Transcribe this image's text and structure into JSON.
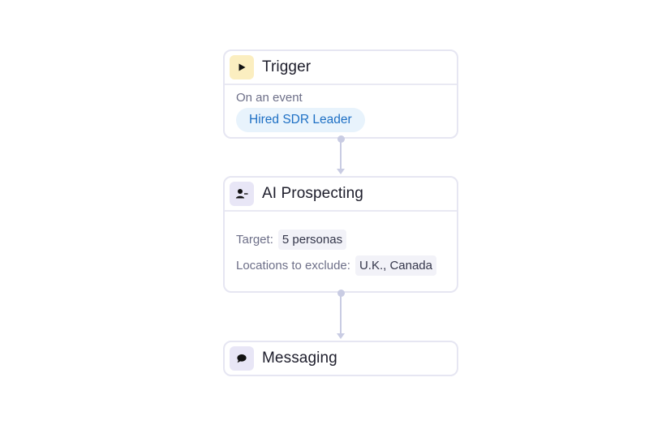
{
  "nodes": {
    "trigger": {
      "title": "Trigger",
      "icon": "play-icon",
      "subtitle": "On an event",
      "event": "Hired SDR Leader"
    },
    "prospecting": {
      "title": "AI Prospecting",
      "icon": "user-add-icon",
      "target_label": "Target:",
      "target_value": "5 personas",
      "locations_label": "Locations to exclude:",
      "locations_value": "U.K., Canada"
    },
    "messaging": {
      "title": "Messaging",
      "icon": "chat-bubble-icon"
    }
  },
  "colors": {
    "card_border": "#e6e6f2",
    "connector": "#c9cce3",
    "trigger_icon_bg": "#fbeec0",
    "step_icon_bg": "#e8e6f6",
    "chip_bg": "#e8f3fc",
    "chip_text": "#1d6fc4"
  }
}
